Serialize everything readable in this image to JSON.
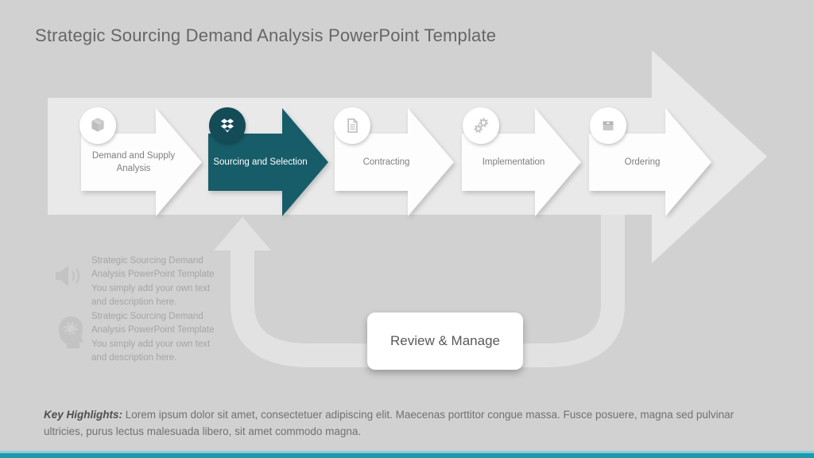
{
  "slide": {
    "title": "Strategic Sourcing Demand Analysis PowerPoint Template"
  },
  "process": {
    "steps": [
      {
        "label": "Demand and Supply Analysis",
        "icon": "package-box-icon",
        "active": false
      },
      {
        "label": "Sourcing and Selection",
        "icon": "open-box-icon",
        "active": true
      },
      {
        "label": "Contracting",
        "icon": "document-icon",
        "active": false
      },
      {
        "label": "Implementation",
        "icon": "gears-icon",
        "active": false
      },
      {
        "label": "Ordering",
        "icon": "archive-box-icon",
        "active": false
      }
    ]
  },
  "loop": {
    "label": "Review & Manage"
  },
  "notes": [
    {
      "icon": "speaker-icon",
      "text": "Strategic Sourcing Demand\nAnalysis PowerPoint Template\nYou simply add your own text\nand description here."
    },
    {
      "icon": "head-gear-icon",
      "text": "Strategic Sourcing Demand\nAnalysis PowerPoint Template\nYou simply add your own text\nand description here."
    }
  ],
  "footer": {
    "highlights_label": "Key Highlights:",
    "highlights_text": " Lorem ipsum dolor sit amet, consectetuer adipiscing elit. Maecenas porttitor congue massa. Fusce posuere, magna sed pulvinar ultricies, purus lectus malesuada libero, sit amet commodo magna."
  },
  "colors": {
    "background": "#d1d1d1",
    "band": "#e9e9e9",
    "loop": "#e2e2e2",
    "accent_teal": "#175d69",
    "accent_teal_dark": "#134b57",
    "bar_teal": "#1b9aae",
    "bar_teal_light": "#8fccd4"
  }
}
